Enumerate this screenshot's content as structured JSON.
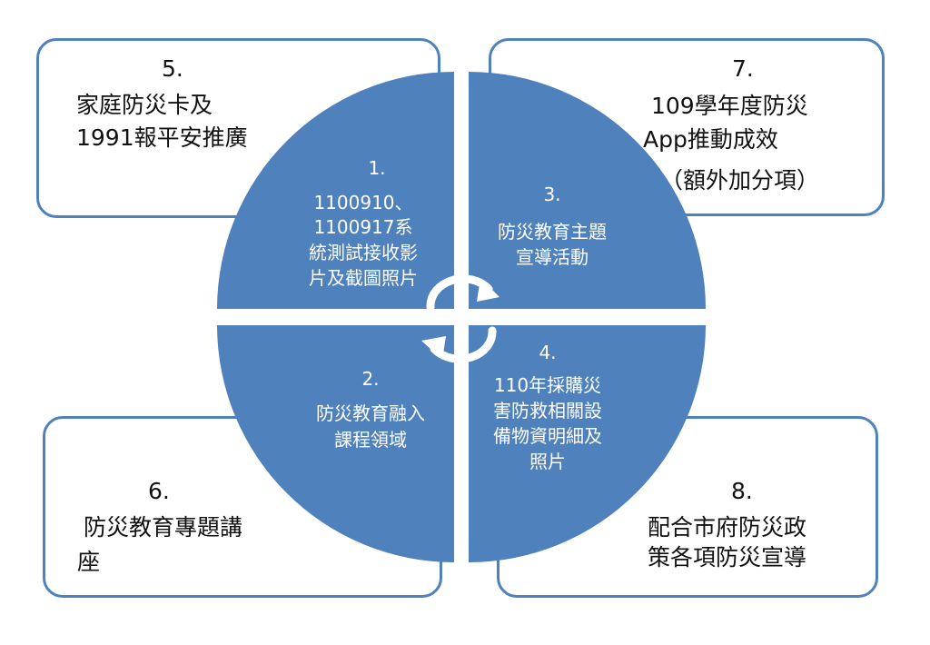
{
  "colors": {
    "quadrant": "#4f81bd",
    "border": "#4f81bd",
    "arrow": "#ffffff"
  },
  "quadrants": [
    {
      "number": "1.",
      "lines": [
        "1100910、",
        "1100917系",
        "統測試接收影",
        "片及截圖照片"
      ]
    },
    {
      "number": "3.",
      "lines": [
        "防災教育主題",
        "宣導活動"
      ]
    },
    {
      "number": "2.",
      "lines": [
        "防災教育融入",
        "課程領域"
      ]
    },
    {
      "number": "4.",
      "lines": [
        "110年採購災",
        "害防救相關設",
        "備物資明細及",
        "照片"
      ]
    }
  ],
  "cards": [
    {
      "number": "5.",
      "lines": [
        "家庭防災卡及",
        "1991報平安推廣"
      ]
    },
    {
      "number": "7.",
      "lines": [
        "109學年度防災",
        "App推動成效",
        "（額外加分項）"
      ]
    },
    {
      "number": "6.",
      "lines": [
        "防災教育專題講",
        "座"
      ]
    },
    {
      "number": "8.",
      "lines": [
        "配合市府防災政",
        "策各項防災宣導"
      ]
    }
  ],
  "icons": [
    "cycle-arrow-icon"
  ]
}
